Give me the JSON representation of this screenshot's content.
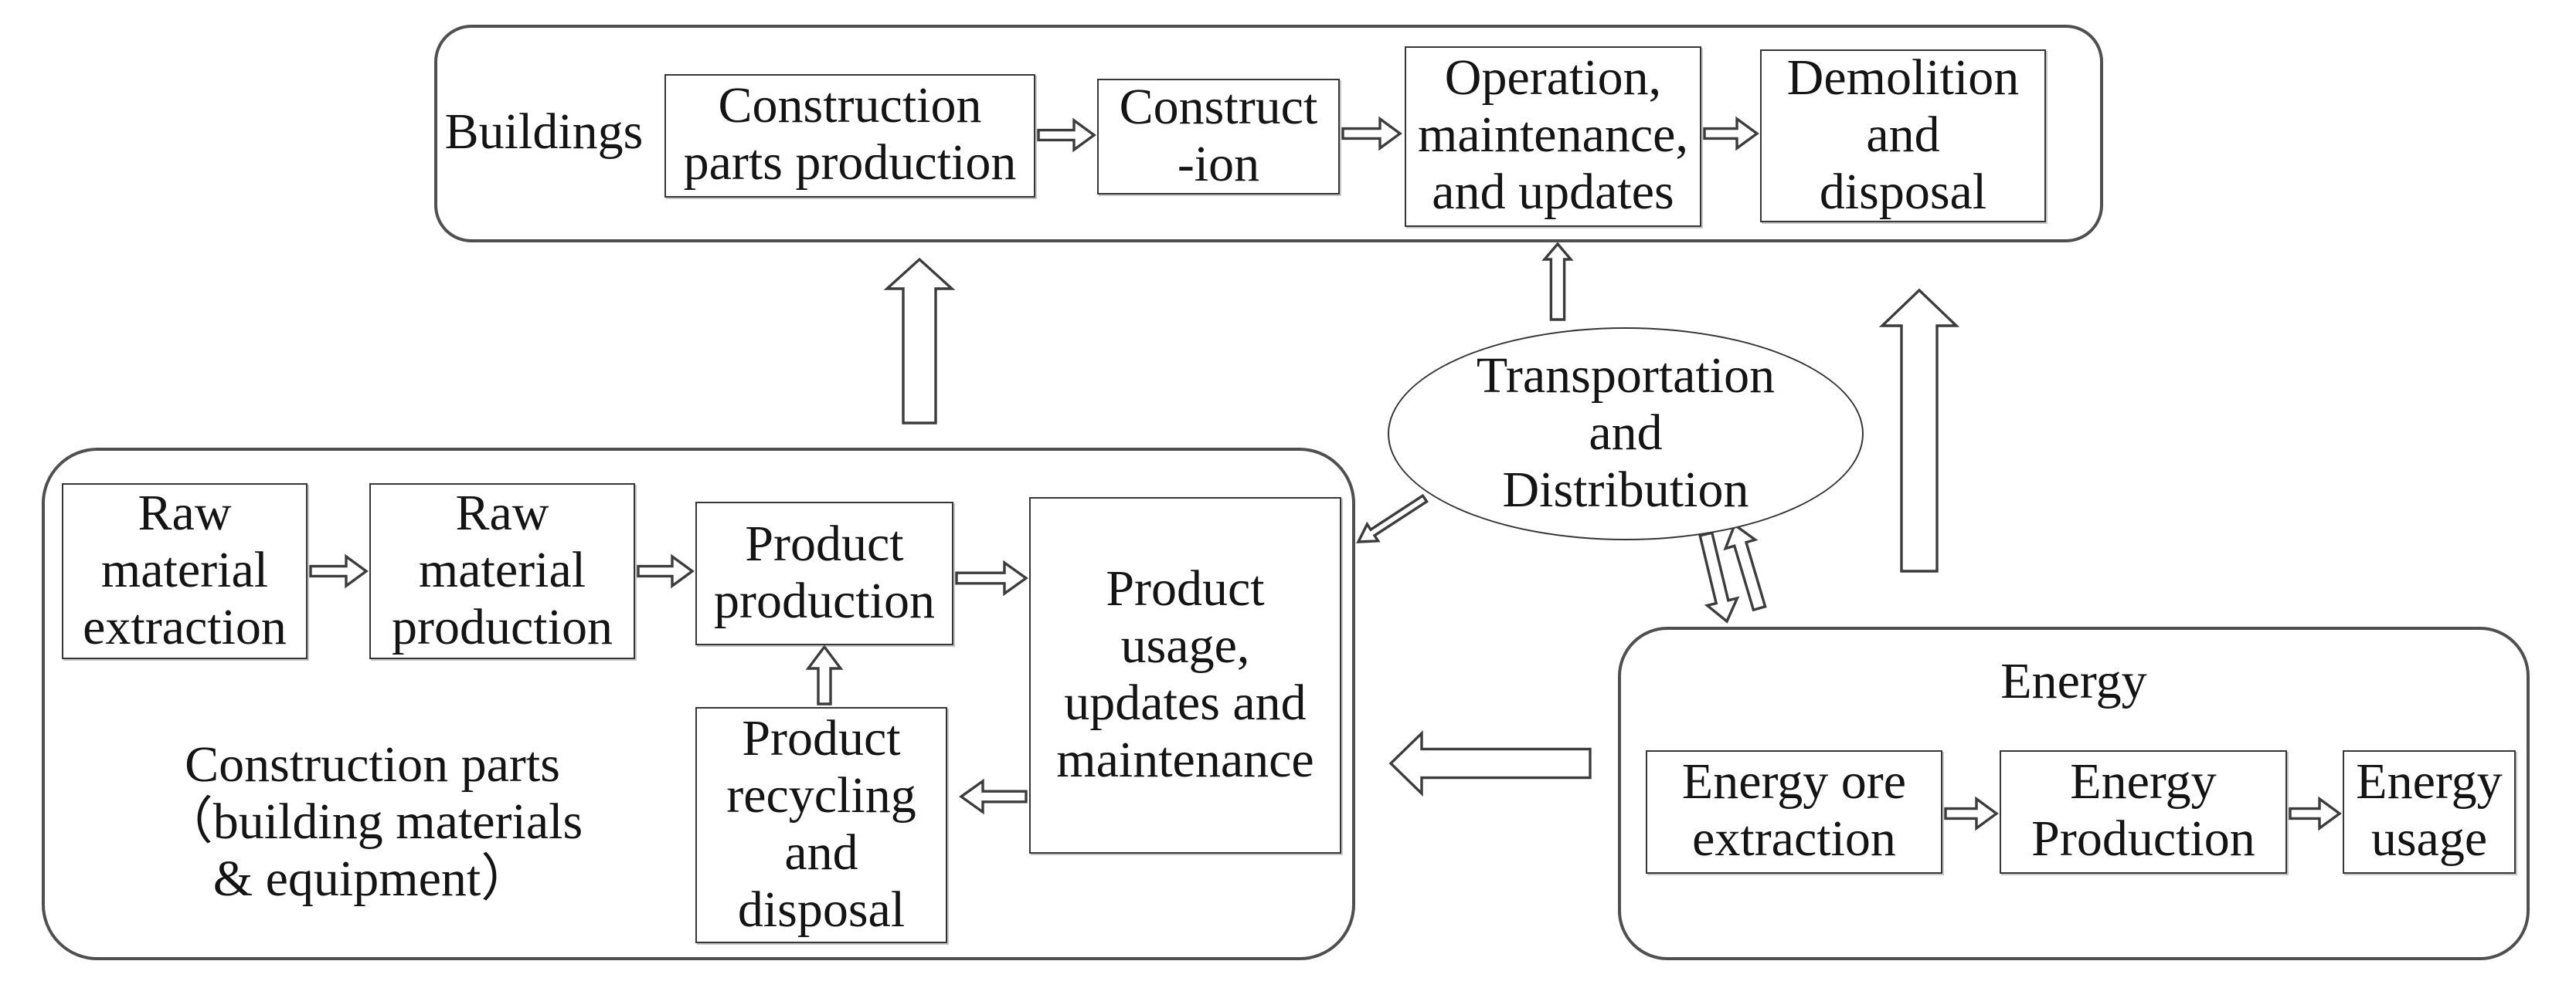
{
  "colors": {
    "line": "#3c3c3c",
    "text": "#141414",
    "background": "#ffffff"
  },
  "buildings": {
    "label": "Buildings",
    "boxes": [
      {
        "label": "Construction\nparts production"
      },
      {
        "label": "Construct\n-ion"
      },
      {
        "label": "Operation,\nmaintenance,\nand updates"
      },
      {
        "label": "Demolition\nand\ndisposal"
      }
    ]
  },
  "construction_parts": {
    "caption": "Construction parts\n（building materials\n& equipment）",
    "boxes": [
      {
        "label": "Raw\nmaterial\nextraction"
      },
      {
        "label": "Raw\nmaterial\nproduction"
      },
      {
        "label": "Product\nproduction"
      },
      {
        "label": "Product\nusage,\nupdates and\nmaintenance"
      },
      {
        "label": "Product\nrecycling\nand\ndisposal"
      }
    ]
  },
  "transport": {
    "label": "Transportation\nand\nDistribution"
  },
  "energy": {
    "label": "Energy",
    "boxes": [
      {
        "label": "Energy ore\nextraction"
      },
      {
        "label": "Energy\nProduction"
      },
      {
        "label": "Energy\nusage"
      }
    ]
  }
}
